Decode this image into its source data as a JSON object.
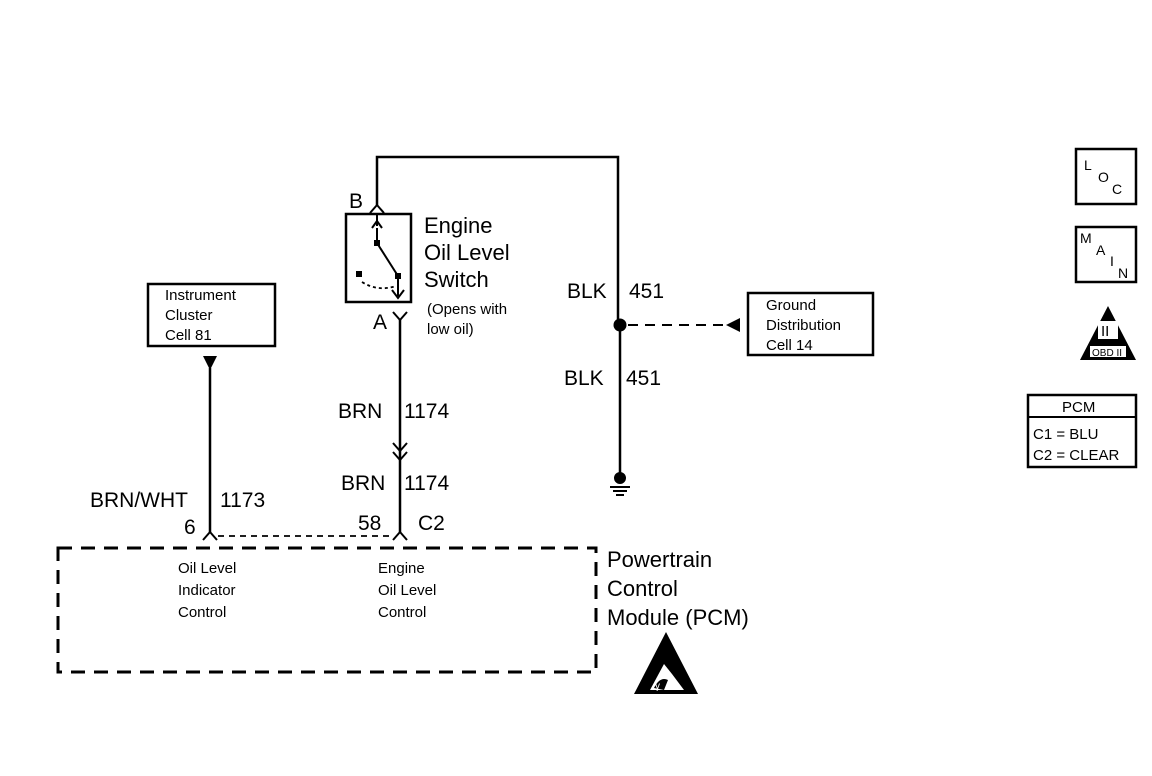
{
  "switch": {
    "name_line1": "Engine",
    "name_line2": "Oil Level",
    "name_line3": "Switch",
    "note_line1": "(Opens with",
    "note_line2": "low oil)",
    "pin_b": "B",
    "pin_a": "A"
  },
  "wires": {
    "blk_upper_color": "BLK",
    "blk_upper_circuit": "451",
    "blk_lower_color": "BLK",
    "blk_lower_circuit": "451",
    "brn_upper_color": "BRN",
    "brn_upper_circuit": "1174",
    "brn_lower_color": "BRN",
    "brn_lower_circuit": "1174",
    "brnwht_color": "BRN/WHT",
    "brnwht_circuit": "1173"
  },
  "instrument_cluster": {
    "line1": "Instrument",
    "line2": "Cluster",
    "line3": "Cell 81"
  },
  "ground_distribution": {
    "line1": "Ground",
    "line2": "Distribution",
    "line3": "Cell 14"
  },
  "pcm": {
    "pin_6": "6",
    "pin_58": "58",
    "connector": "C2",
    "name_line1": "Powertrain",
    "name_line2": "Control",
    "name_line3": "Module (PCM)",
    "func1_line1": "Oil Level",
    "func1_line2": "Indicator",
    "func1_line3": "Control",
    "func2_line1": "Engine",
    "func2_line2": "Oil Level",
    "func2_line3": "Control"
  },
  "legend": {
    "loc": [
      "L",
      "O",
      "C"
    ],
    "main": [
      "M",
      "A",
      "I",
      "N"
    ],
    "obd_numeral": "II",
    "obd_label": "OBD II",
    "pcm_title": "PCM",
    "pcm_c1": "C1 = BLU",
    "pcm_c2": "C2 = CLEAR"
  }
}
